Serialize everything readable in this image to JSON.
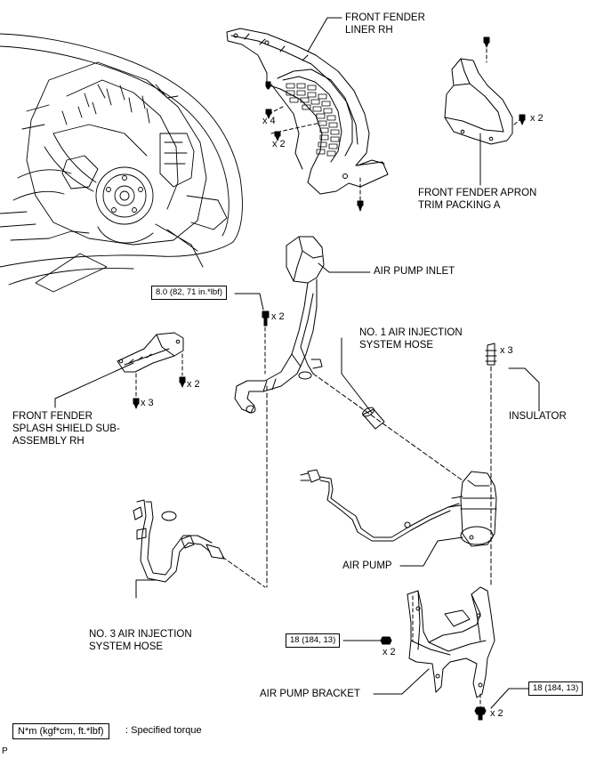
{
  "labels": {
    "fender_liner": [
      "FRONT FENDER",
      "LINER RH"
    ],
    "apron_packing": [
      "FRONT FENDER APRON",
      "TRIM PACKING A"
    ],
    "air_pump_inlet": "AIR PUMP INLET",
    "no1_hose": [
      "NO. 1 AIR INJECTION",
      "SYSTEM HOSE"
    ],
    "insulator": "INSULATOR",
    "splash_shield": [
      "FRONT FENDER",
      "SPLASH SHIELD SUB-",
      "ASSEMBLY RH"
    ],
    "air_pump": "AIR PUMP",
    "no3_hose": [
      "NO. 3 AIR INJECTION",
      "SYSTEM HOSE"
    ],
    "air_pump_bracket": "AIR PUMP BRACKET"
  },
  "quantities": {
    "liner_x4": "x 4",
    "liner_x2": "x 2",
    "apron_x2": "x 2",
    "inlet_x2": "x 2",
    "shield_x2": "x 2",
    "shield_x3": "x 3",
    "insulator_x3": "x 3",
    "bracket_nut_x2": "x 2",
    "bracket_bolt_x2": "x 2"
  },
  "torques": {
    "inlet_bolt": "8.0 (82, 71 in.*lbf)",
    "bracket_nut": "18 (184, 13)",
    "bracket_bolt": "18 (184, 13)"
  },
  "legend": {
    "unit_box": "N*m (kgf*cm, ft.*lbf)",
    "text": ": Specified torque"
  },
  "corner_mark": "P"
}
